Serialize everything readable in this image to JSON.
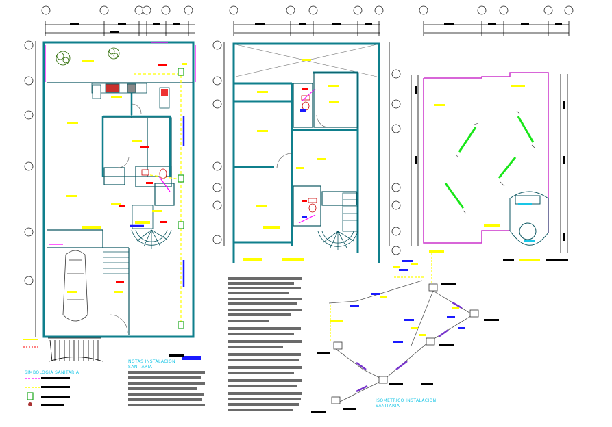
{
  "colors": {
    "wall": "#0f7f8c",
    "wall_dark": "#0b5660",
    "dim_line": "#000000",
    "axis_bubble": "#1a1a1a",
    "yellow_label": "#ffff00",
    "red_accent": "#ff0000",
    "magenta_pipe": "#ff00ff",
    "green_pipe": "#19e619",
    "blue_accent": "#1a1aff",
    "cyan_text": "#19c6e6",
    "purple_pipe": "#7733cc"
  },
  "notes": {
    "title_line1": "NOTAS   INSTALACION",
    "title_line2": "SANITARIA"
  },
  "legend": {
    "title": "SIMBOLOGIA SANITARIA",
    "items": [
      {
        "icon": "magenta-dashed-line"
      },
      {
        "icon": "yellow-dashed-line"
      },
      {
        "icon": "black-solid-line"
      },
      {
        "icon": "floor-drain-icon"
      },
      {
        "icon": "cleanout-icon"
      }
    ]
  },
  "isometric": {
    "title_line1": "ISOMETRICO INSTALACION",
    "title_line2": "SANITARIA"
  }
}
